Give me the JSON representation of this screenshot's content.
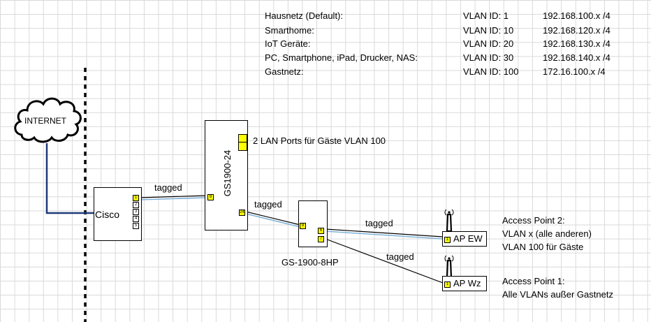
{
  "legend": {
    "rows": [
      {
        "name": "Hausnetz (Default):",
        "vlan": "VLAN ID: 1",
        "subnet": "192.168.100.x /4"
      },
      {
        "name": "Smarthome:",
        "vlan": "VLAN ID: 10",
        "subnet": "192.168.120.x /4"
      },
      {
        "name": "IoT Geräte:",
        "vlan": "VLAN ID: 20",
        "subnet": "192.168.130.x /4"
      },
      {
        "name": "PC, Smartphone, iPad, Drucker, NAS:",
        "vlan": "VLAN ID: 30",
        "subnet": "192.168.140.x /4"
      },
      {
        "name": "Gastnetz:",
        "vlan": "VLAN ID: 100",
        "subnet": "172.16.100.x /4"
      }
    ]
  },
  "internet": {
    "label": "INTERNET"
  },
  "cisco": {
    "label": "Cisco",
    "ports": [
      "1",
      "2",
      "3",
      "4",
      "5"
    ]
  },
  "gs1900_24": {
    "label": "GS1900-24",
    "port_a": "8",
    "port_b": "24",
    "guest_ports_note": "2 LAN Ports für Gäste VLAN 100"
  },
  "gs1900_8hp": {
    "label": "GS-1900-8HP",
    "port_in": "8",
    "port_6": "6",
    "port_7": "7"
  },
  "ap_ew": {
    "label": "AP EW",
    "port": "1",
    "note_lines": [
      "Access Point 2:",
      "VLAN x (alle anderen)",
      "VLAN 100 für Gäste"
    ]
  },
  "ap_wz": {
    "label": "AP Wz",
    "port": "1",
    "note_lines": [
      "Access Point 1:",
      "Alle VLANs außer Gastnetz"
    ]
  },
  "links": {
    "cisco_to_gs24": "tagged",
    "gs24_to_gs8": "tagged",
    "gs8_to_ap_ew": "tagged",
    "gs8_to_ap_wz": "tagged"
  },
  "colors": {
    "wan_cable": "#1f3a7a",
    "vlan_cable": "#7fb2d8",
    "port_highlight": "#ffff00",
    "grid": "#d9d9d9"
  }
}
